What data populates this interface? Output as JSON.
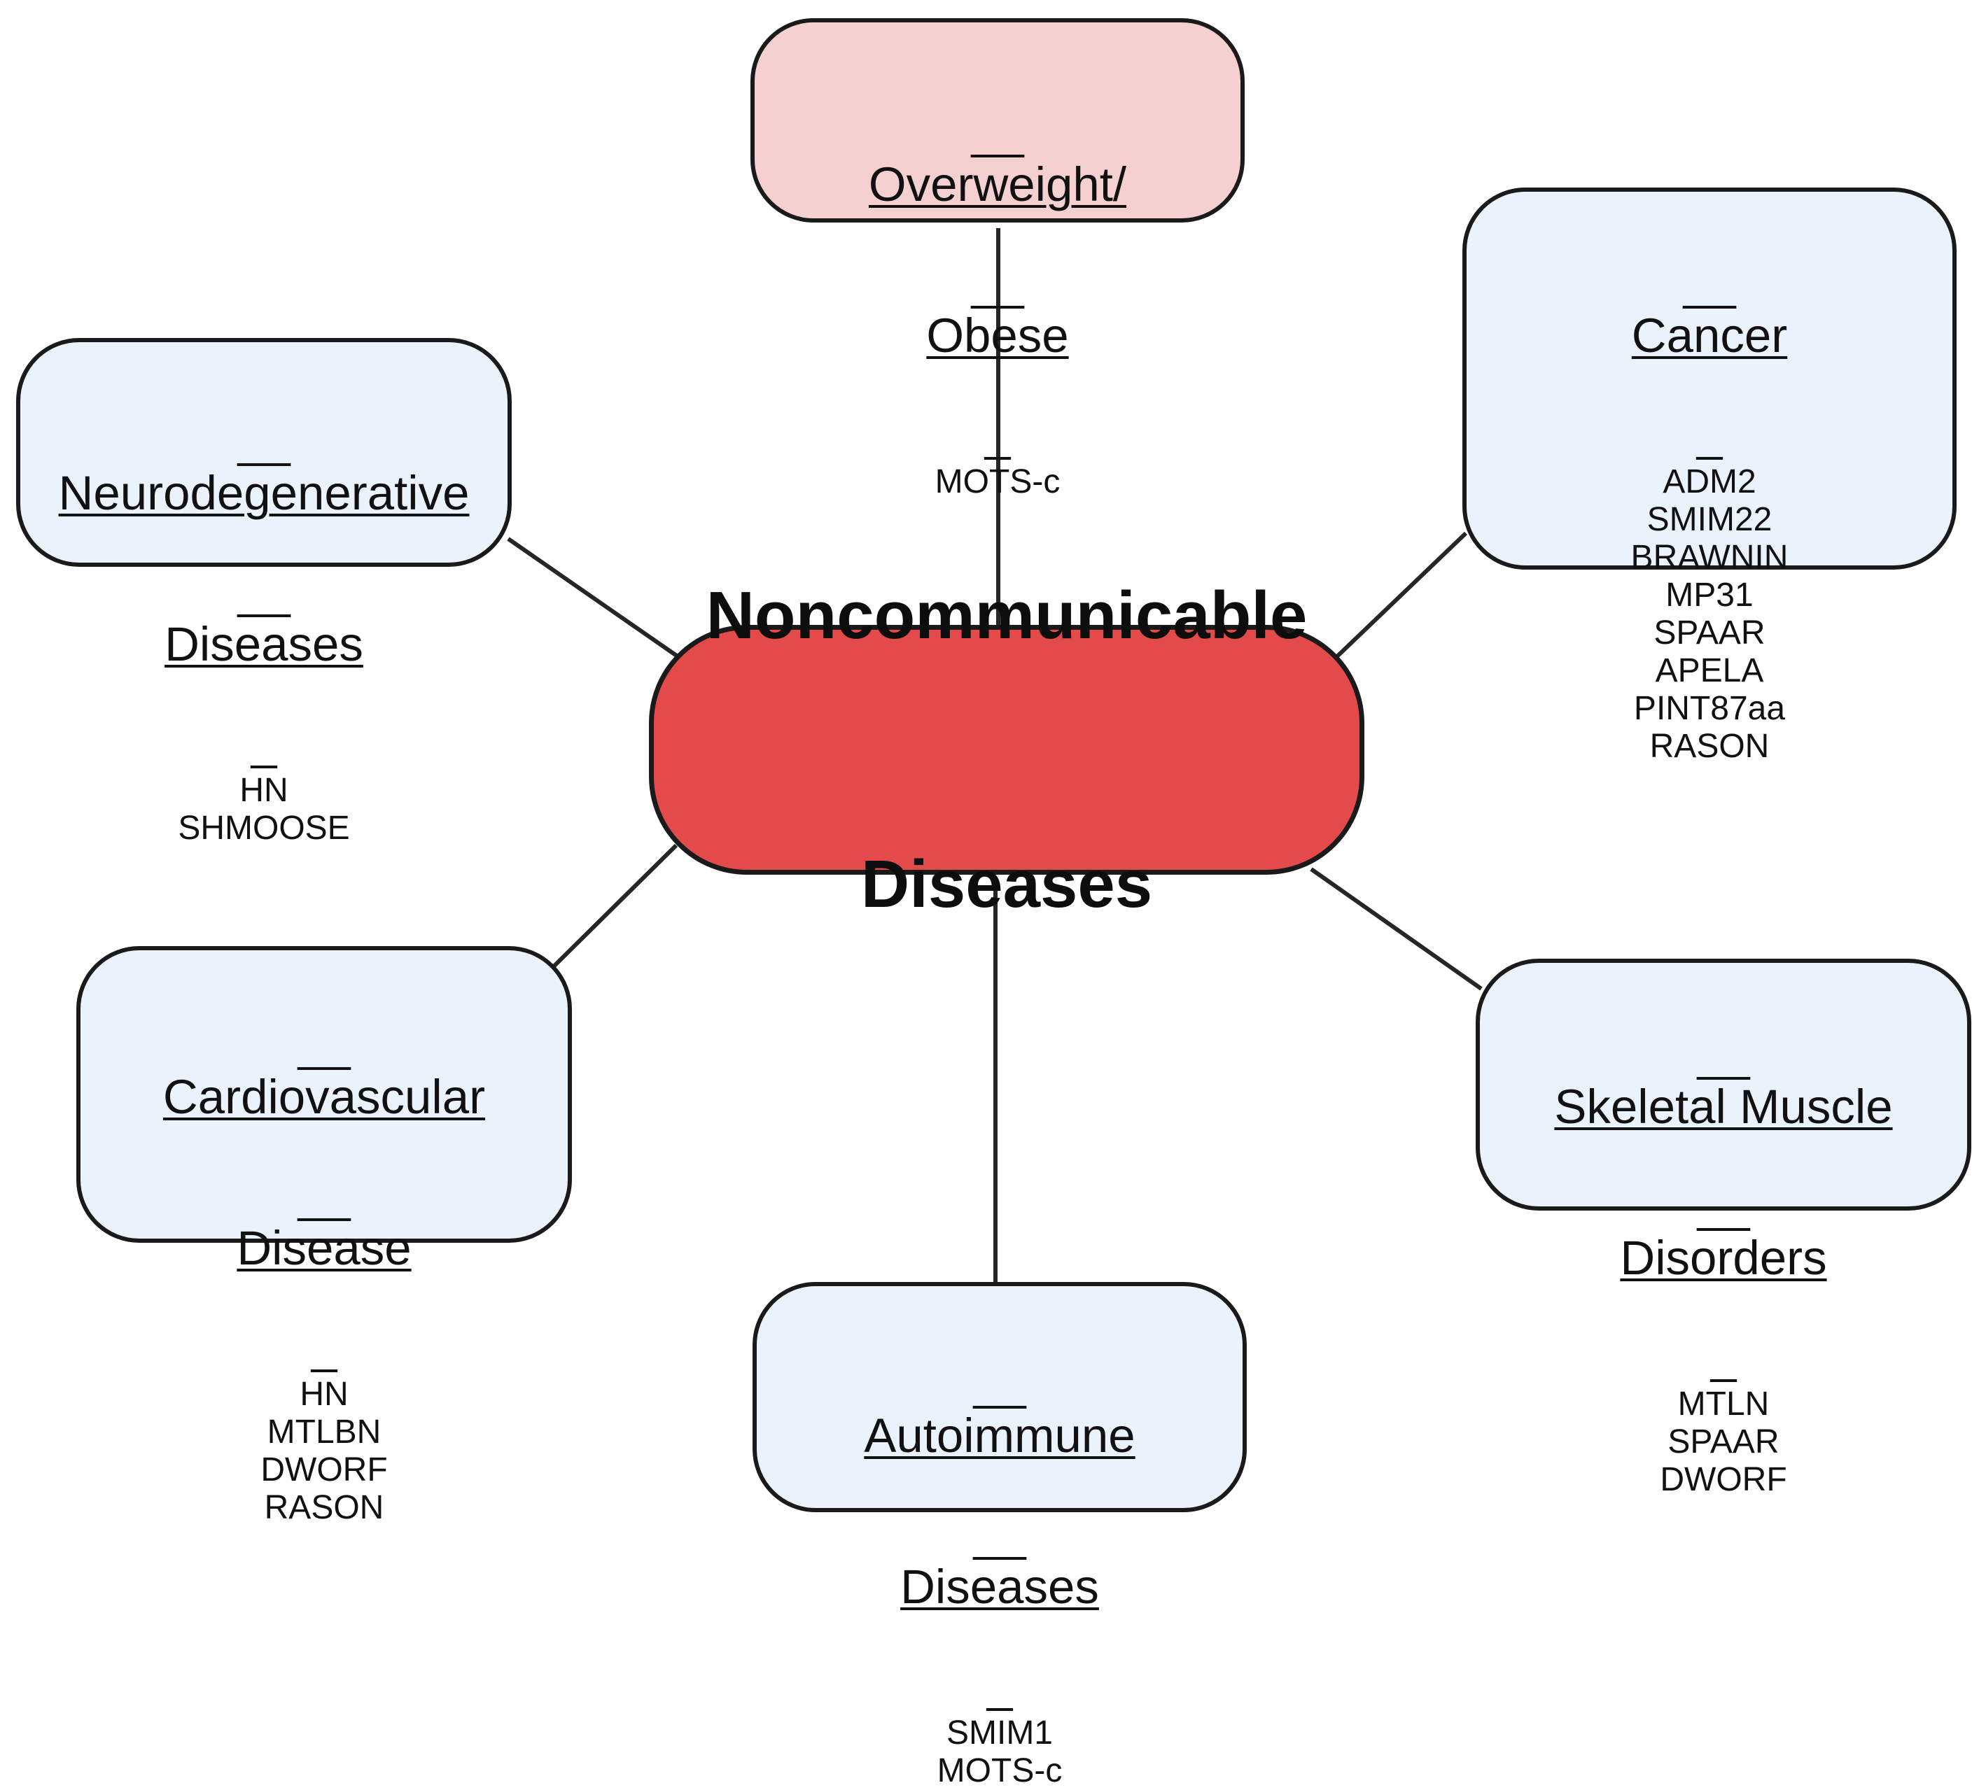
{
  "center": {
    "line1": "Noncommunicable",
    "line2": "Diseases",
    "color": "#e34b4b"
  },
  "categories": {
    "overweight": {
      "title_line1": "Overweight/",
      "title_line2": "Obese",
      "items": [
        "MOTS-c"
      ],
      "color": "#f5d0d0"
    },
    "cancer": {
      "title_line1": "Cancer",
      "items": [
        "ADM2",
        "SMIM22",
        "BRAWNIN",
        "MP31",
        "SPAAR",
        "APELA",
        "PINT87aa",
        "RASON"
      ],
      "color": "#eaf2fc"
    },
    "neurodegenerative": {
      "title_line1": "Neurodegenerative",
      "title_line2": "Diseases",
      "items": [
        "HN",
        "SHMOOSE"
      ],
      "color": "#eaf2fc"
    },
    "cardiovascular": {
      "title_line1": "Cardiovascular",
      "title_line2": "Disease",
      "items": [
        "HN",
        "MTLBN",
        "DWORF",
        "RASON"
      ],
      "color": "#eaf2fc"
    },
    "skeletal": {
      "title_line1": "Skeletal Muscle",
      "title_line2": "Disorders",
      "items": [
        "MTLN",
        "SPAAR",
        "DWORF"
      ],
      "color": "#eaf2fc"
    },
    "autoimmune": {
      "title_line1": "Autoimmune",
      "title_line2": "Diseases",
      "items": [
        "SMIM1",
        "MOTS-c"
      ],
      "color": "#eaf2fc"
    }
  }
}
